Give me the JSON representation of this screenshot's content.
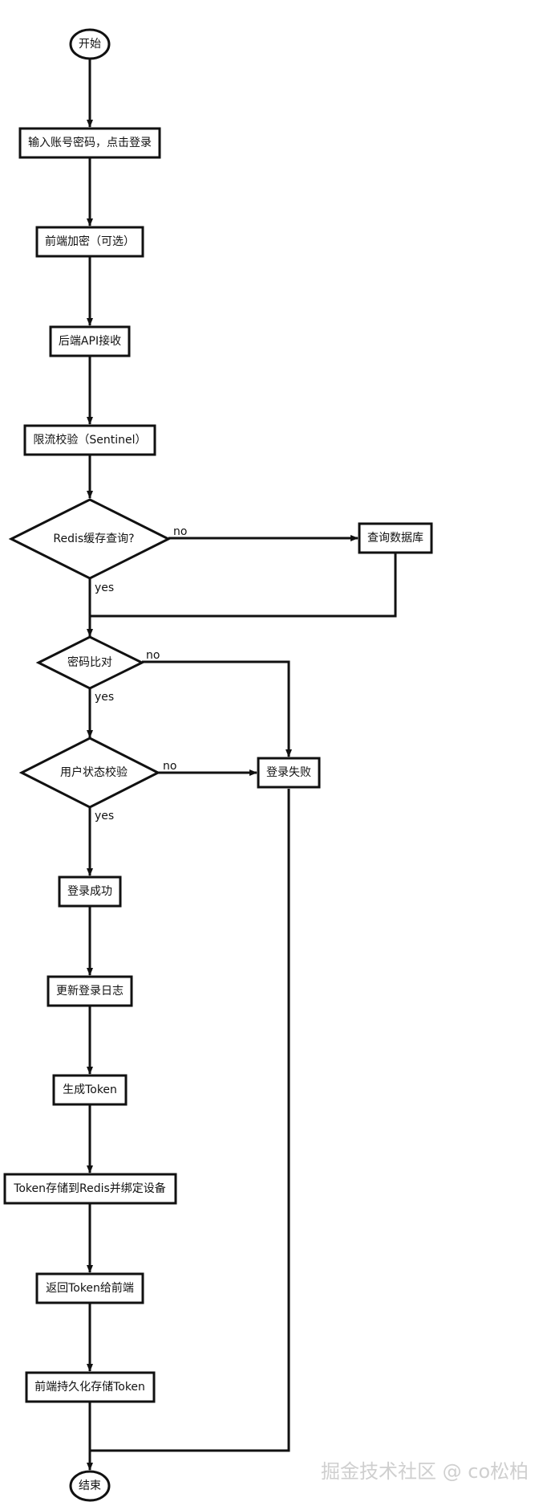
{
  "flowchart": {
    "nodes": {
      "start": "开始",
      "input": "输入账号密码，点击登录",
      "encrypt": "前端加密（可选）",
      "api": "后端API接收",
      "ratelimit": "限流校验（Sentinel）",
      "redis": "Redis缓存查询?",
      "db": "查询数据库",
      "password": "密码比对",
      "status": "用户状态校验",
      "fail": "登录失败",
      "success": "登录成功",
      "log": "更新登录日志",
      "token": "生成Token",
      "store": "Token存储到Redis并绑定设备",
      "return": "返回Token给前端",
      "persist": "前端持久化存储Token",
      "end": "结束"
    },
    "edges": {
      "yes": "yes",
      "no": "no"
    }
  },
  "watermark": "掘金技术社区 @ co松柏"
}
